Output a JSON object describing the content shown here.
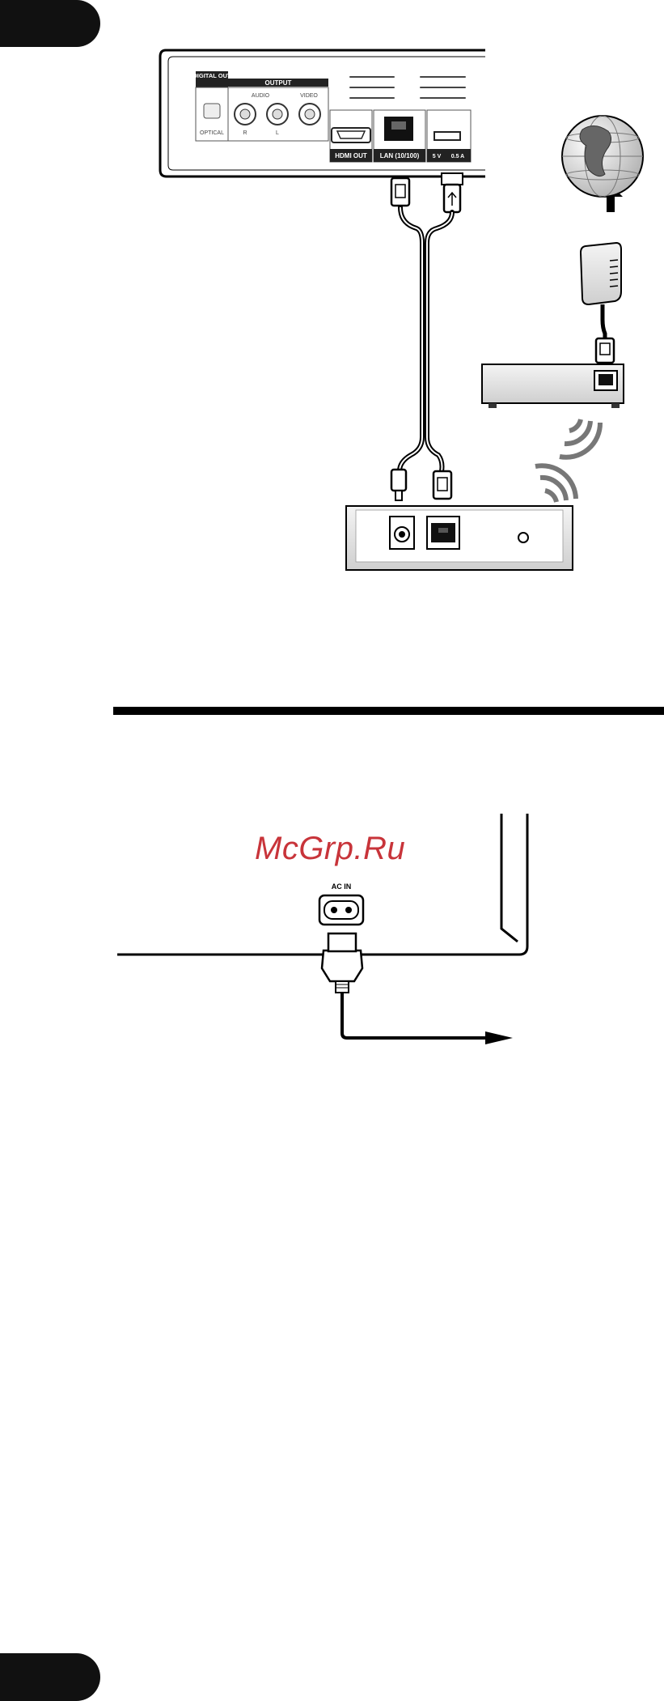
{
  "panel": {
    "digital_out": "DIGITAL OUT",
    "optical": "OPTICAL",
    "output": "OUTPUT",
    "audio": "AUDIO",
    "video": "VIDEO",
    "r": "R",
    "l": "L",
    "hdmi_out": "HDMI OUT",
    "lan": "LAN (10/100)",
    "usb_v": "5 V",
    "usb_a": "0.5 A"
  },
  "ac": {
    "label": "AC IN"
  },
  "watermark": {
    "text": "McGrp.Ru"
  },
  "colors": {
    "tab": "#111111",
    "rule": "#000000",
    "watermark": "#c8343a",
    "device_shade": "#d8d8d8",
    "label_bg": "#222222"
  }
}
